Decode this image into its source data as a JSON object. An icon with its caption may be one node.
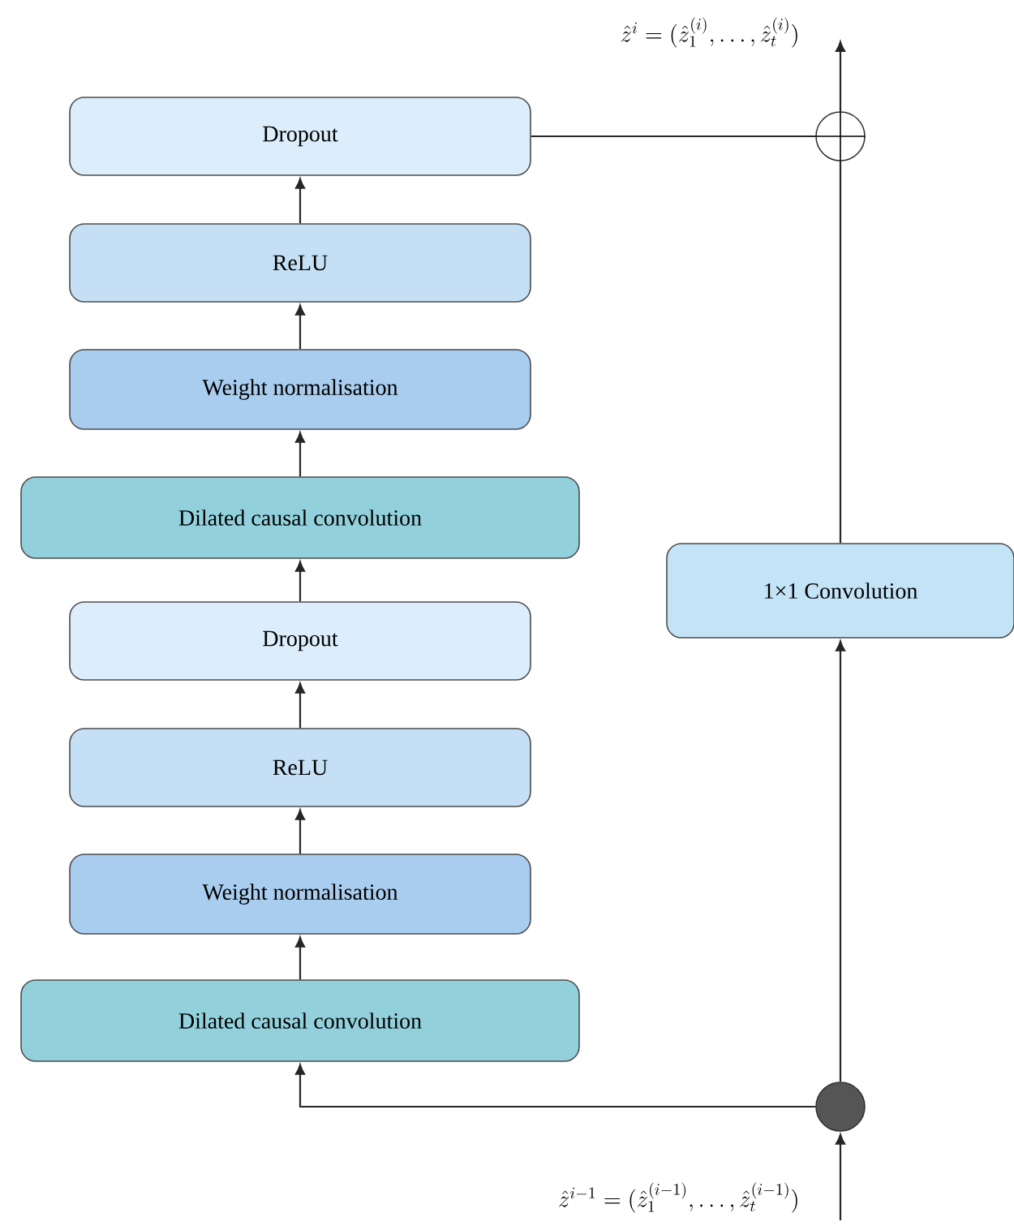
{
  "diagram": {
    "nodes": [
      {
        "text": [
          "Dropout"
        ]
      },
      {
        "text": [
          "ReLU"
        ]
      },
      {
        "text": [
          "Weight normalisation"
        ]
      },
      {
        "text": [
          "Dilated causal convolution"
        ]
      },
      {
        "text": [
          "Dropout"
        ]
      },
      {
        "text": [
          "ReLU"
        ]
      },
      {
        "text": [
          "Weight normalisation"
        ]
      },
      {
        "text": [
          "Dilated causal convolution"
        ]
      },
      {
        "text": [
          "1×1 Convolution"
        ]
      },
      {
        "text": [],
        "shape": "circle"
      },
      {
        "text": [],
        "shape": "circle"
      }
    ],
    "edges": [
      {
        "from": 7,
        "to": 6,
        "arrow": "to"
      },
      {
        "from": 6,
        "to": 5,
        "arrow": "to"
      },
      {
        "from": 5,
        "to": 4,
        "arrow": "to"
      },
      {
        "from": 4,
        "to": 3,
        "arrow": "to"
      },
      {
        "from": 3,
        "to": 2,
        "arrow": "to"
      },
      {
        "from": 2,
        "to": 1,
        "arrow": "to"
      },
      {
        "from": 1,
        "to": 0,
        "arrow": "to"
      },
      {
        "from": 0,
        "to": 9,
        "arrow": "none"
      },
      {
        "from": 10,
        "to": 7,
        "arrow": "to"
      },
      {
        "from": 10,
        "to": 8,
        "arrow": "to"
      },
      {
        "from": 8,
        "to": 9,
        "arrow": "none"
      },
      {
        "from": 9,
        "to": null,
        "arrow": "to"
      },
      {
        "from": null,
        "to": 10,
        "arrow": "to"
      }
    ],
    "labels": [
      "\\hat{z}^{i} = (\\hat{z}_1^{(i)}, \\ldots, \\hat{z}_t^{(i)})",
      "\\hat{z}^{i-1} = (\\hat{z}_1^{(i-1)}, \\ldots, \\hat{z}_t^{(i-1)})"
    ]
  }
}
